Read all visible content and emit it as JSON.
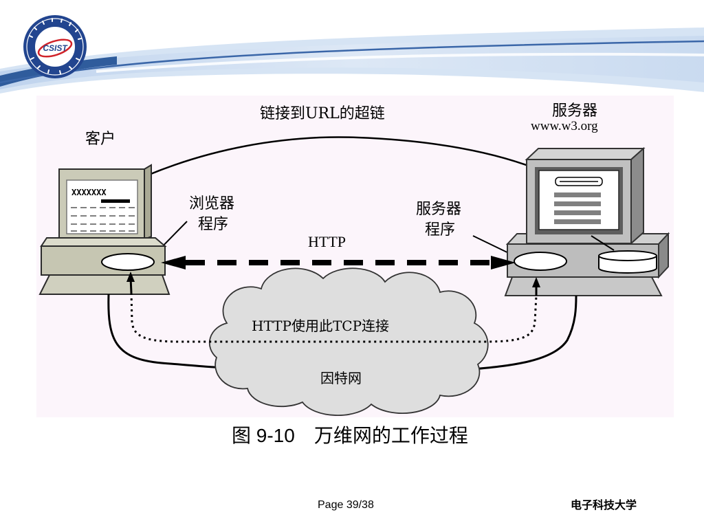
{
  "header": {
    "logo": {
      "text": "CSIST",
      "icon": "csist-seal-logo"
    }
  },
  "diagram": {
    "hyperlink_label": "链接到URL的超链",
    "client": {
      "title": "客户",
      "screen_text": "XXXXXXX",
      "program_label": [
        "浏览器",
        "程序"
      ]
    },
    "server": {
      "title": "服务器",
      "address": "www.w3.org",
      "program_label": [
        "服务器",
        "程序"
      ]
    },
    "protocol_label": "HTTP",
    "network": {
      "connection_label": "HTTP使用此TCP连接",
      "name": "因特网"
    }
  },
  "caption": "图 9-10　万维网的工作过程",
  "footer": {
    "page": "Page 39/38",
    "institution": "电子科技大学"
  },
  "colors": {
    "brand_blue": "#22458f",
    "swoosh_dark": "#3a66a8",
    "swoosh_light": "#d6e4f4",
    "diagram_background": "#fcf5fb",
    "cloud_fill": "#dedede",
    "client_body": "#cbcbb8",
    "server_body": "#bdbdbd"
  }
}
